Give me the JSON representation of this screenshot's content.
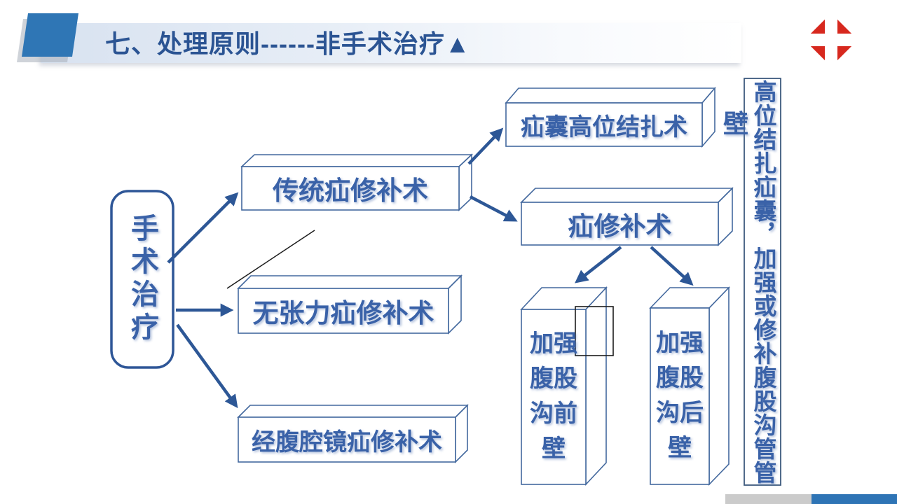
{
  "header": {
    "title": "七、处理原则------非手术治疗▲"
  },
  "flowchart": {
    "root_label": "手术治疗",
    "traditional": "传统疝修补术",
    "tension_free": "无张力疝修补术",
    "laparoscopic": "经腹腔镜疝修补术",
    "high_ligation": "疝囊高位结扎术",
    "hernia_repair": "疝修补术",
    "anterior_wall": "加强\n腹股\n沟前\n壁",
    "posterior_wall": "加强\n腹股\n沟后\n壁",
    "side_note_main": "高位结扎疝囊，加强或修补腹股沟管管",
    "side_note_overflow": "壁"
  },
  "colors": {
    "accent_blue": "#2e74b5",
    "title_blue": "#2b5493",
    "node_text_blue": "#3a62a8",
    "box_outline_blue": "#44699e",
    "arrow_blue": "#2d5796",
    "logo_red": "#d7281e",
    "footer_gray": "#cbcbcb"
  }
}
